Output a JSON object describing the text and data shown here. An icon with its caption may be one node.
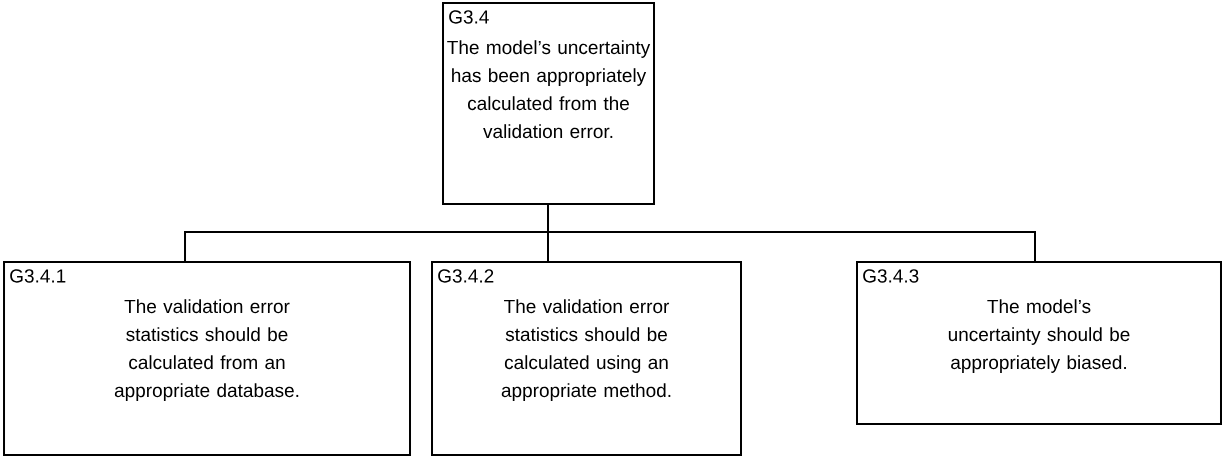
{
  "diagram": {
    "nodes": [
      {
        "text": [
          "G3.4",
          "The model’s uncertainty has been appropriately calculated from the validation error."
        ]
      },
      {
        "text": [
          "G3.4.1",
          "The validation error statistics should be calculated from an appropriate database."
        ]
      },
      {
        "text": [
          "G3.4.2",
          "The validation error statistics should be calculated using an appropriate method."
        ]
      },
      {
        "text": [
          "G3.4.3",
          "The model’s uncertainty should be appropriately biased."
        ]
      }
    ],
    "edges": [
      {
        "from": 0,
        "to": 1,
        "arrow": "none"
      },
      {
        "from": 0,
        "to": 2,
        "arrow": "none"
      },
      {
        "from": 0,
        "to": 3,
        "arrow": "none"
      }
    ]
  }
}
